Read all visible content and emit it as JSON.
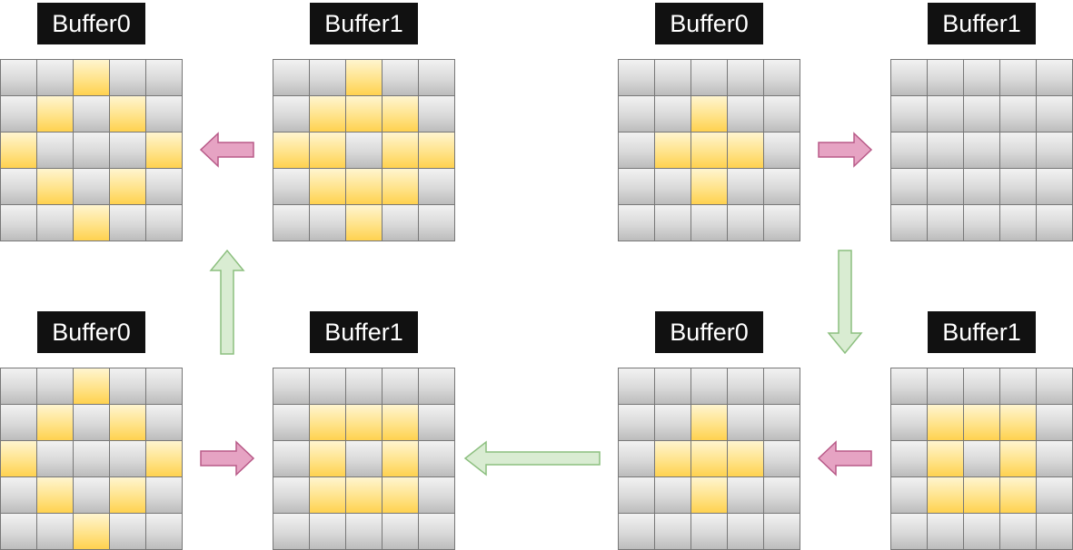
{
  "colors": {
    "cell_off": "#d9d9d9",
    "cell_on": "#ffd966",
    "label_bg": "#111111",
    "label_text": "#ffffff",
    "arrow_pink_fill": "#e6a3c3",
    "arrow_pink_stroke": "#b85a88",
    "arrow_green_fill": "#d9ecd2",
    "arrow_green_stroke": "#8cbf7f"
  },
  "panels": [
    {
      "id": "top-left-buffer0",
      "label": "Buffer0",
      "cells": [
        [
          0,
          0,
          1,
          0,
          0
        ],
        [
          0,
          1,
          0,
          1,
          0
        ],
        [
          1,
          0,
          0,
          0,
          1
        ],
        [
          0,
          1,
          0,
          1,
          0
        ],
        [
          0,
          0,
          1,
          0,
          0
        ]
      ]
    },
    {
      "id": "top-left-buffer1",
      "label": "Buffer1",
      "cells": [
        [
          0,
          0,
          1,
          0,
          0
        ],
        [
          0,
          1,
          1,
          1,
          0
        ],
        [
          1,
          1,
          0,
          1,
          1
        ],
        [
          0,
          1,
          1,
          1,
          0
        ],
        [
          0,
          0,
          1,
          0,
          0
        ]
      ]
    },
    {
      "id": "top-right-buffer0",
      "label": "Buffer0",
      "cells": [
        [
          0,
          0,
          0,
          0,
          0
        ],
        [
          0,
          0,
          1,
          0,
          0
        ],
        [
          0,
          1,
          1,
          1,
          0
        ],
        [
          0,
          0,
          1,
          0,
          0
        ],
        [
          0,
          0,
          0,
          0,
          0
        ]
      ]
    },
    {
      "id": "top-right-buffer1",
      "label": "Buffer1",
      "cells": [
        [
          0,
          0,
          0,
          0,
          0
        ],
        [
          0,
          0,
          0,
          0,
          0
        ],
        [
          0,
          0,
          0,
          0,
          0
        ],
        [
          0,
          0,
          0,
          0,
          0
        ],
        [
          0,
          0,
          0,
          0,
          0
        ]
      ]
    },
    {
      "id": "bottom-left-buffer0",
      "label": "Buffer0",
      "cells": [
        [
          0,
          0,
          1,
          0,
          0
        ],
        [
          0,
          1,
          0,
          1,
          0
        ],
        [
          1,
          0,
          0,
          0,
          1
        ],
        [
          0,
          1,
          0,
          1,
          0
        ],
        [
          0,
          0,
          1,
          0,
          0
        ]
      ]
    },
    {
      "id": "bottom-left-buffer1",
      "label": "Buffer1",
      "cells": [
        [
          0,
          0,
          0,
          0,
          0
        ],
        [
          0,
          1,
          1,
          1,
          0
        ],
        [
          0,
          1,
          0,
          1,
          0
        ],
        [
          0,
          1,
          1,
          1,
          0
        ],
        [
          0,
          0,
          0,
          0,
          0
        ]
      ]
    },
    {
      "id": "bottom-right-buffer0",
      "label": "Buffer0",
      "cells": [
        [
          0,
          0,
          0,
          0,
          0
        ],
        [
          0,
          0,
          1,
          0,
          0
        ],
        [
          0,
          1,
          1,
          1,
          0
        ],
        [
          0,
          0,
          1,
          0,
          0
        ],
        [
          0,
          0,
          0,
          0,
          0
        ]
      ]
    },
    {
      "id": "bottom-right-buffer1",
      "label": "Buffer1",
      "cells": [
        [
          0,
          0,
          0,
          0,
          0
        ],
        [
          0,
          1,
          1,
          1,
          0
        ],
        [
          0,
          1,
          0,
          1,
          0
        ],
        [
          0,
          1,
          1,
          1,
          0
        ],
        [
          0,
          0,
          0,
          0,
          0
        ]
      ]
    }
  ]
}
